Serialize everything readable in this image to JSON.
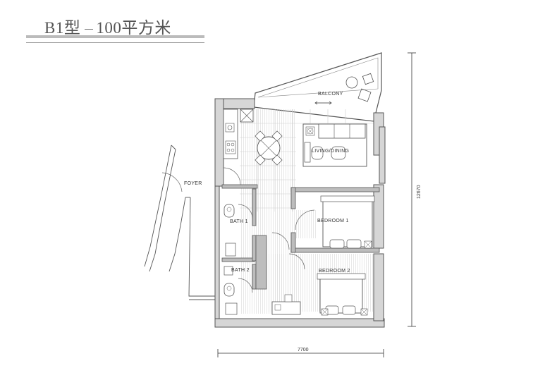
{
  "title": {
    "type": "B1型",
    "area": "100平方米"
  },
  "rooms": {
    "balcony": "BALCONY",
    "living_dining": "LIVING/DINING",
    "foyer": "FOYER",
    "bedroom1": "BEDROOM 1",
    "bedroom2": "BEDROOM 2",
    "bath1": "BATH 1",
    "bath2": "BATH 2"
  },
  "dimensions": {
    "width": "7700",
    "height": "12670"
  },
  "colors": {
    "wall": "#5a5a5a",
    "wall_fill": "#d8d8d8",
    "line": "#555555",
    "floor_hatch": "#bdbdbd"
  }
}
